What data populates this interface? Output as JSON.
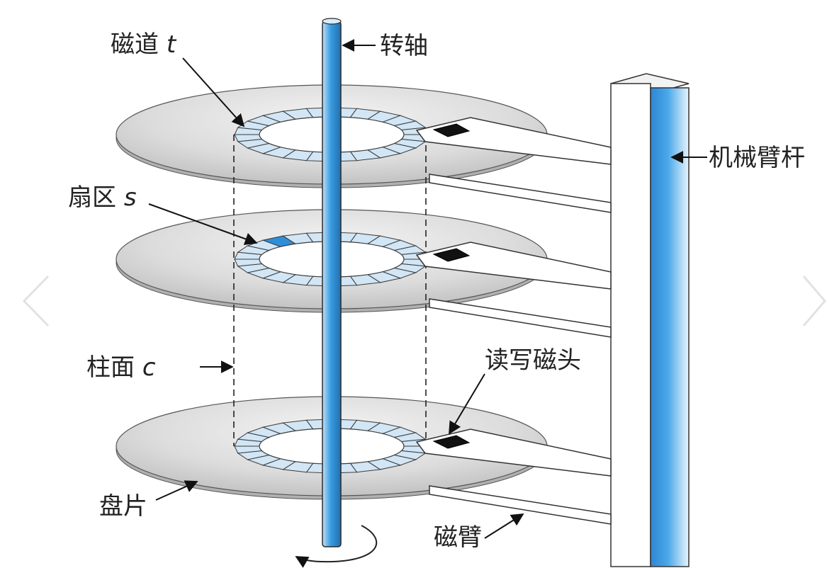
{
  "diagram": {
    "labels": {
      "track": "磁道",
      "track_var": "t",
      "spindle": "转轴",
      "sector": "扇区",
      "sector_var": "s",
      "cylinder": "柱面",
      "cylinder_var": "c",
      "actuator": "机械臂杆",
      "head": "读写磁头",
      "platter": "盘片",
      "arm": "磁臂"
    },
    "platter_count": 3,
    "sectors_per_track": 24
  },
  "viewer": {
    "prev_icon": "chevron-left-icon",
    "next_icon": "chevron-right-icon"
  },
  "colors": {
    "platter_top": "#c8c8c8",
    "platter_mid": "#e4e4e4",
    "track_fill": "#d2e6f5",
    "highlight_sector": "#2f8ed8",
    "spindle_blue": "#3a9be0",
    "head_black": "#111111"
  }
}
